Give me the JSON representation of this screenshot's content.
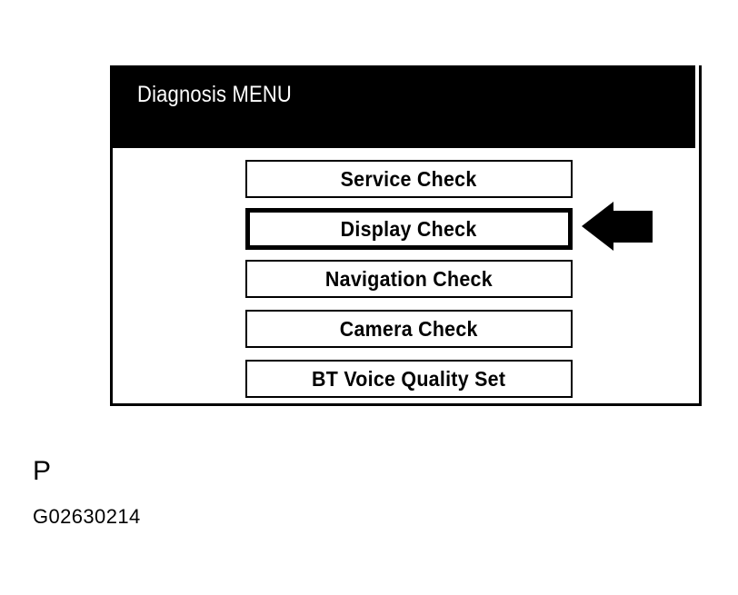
{
  "screen": {
    "title": "Diagnosis MENU",
    "title_color": "#ffffff",
    "titlebar_color": "#000000",
    "body_color": "#ffffff",
    "border_color": "#000000",
    "menu_items": [
      {
        "label": "Service Check",
        "selected": false
      },
      {
        "label": "Display Check",
        "selected": true
      },
      {
        "label": "Navigation Check",
        "selected": false
      },
      {
        "label": "Camera Check",
        "selected": false
      },
      {
        "label": "BT Voice Quality Set",
        "selected": false
      }
    ]
  },
  "annotation": {
    "arrow_icon": "arrow-left-icon",
    "arrow_color": "#000000",
    "arrow_points_to": "Display Check"
  },
  "caption": {
    "marker": "P",
    "figure_id": "G02630214"
  }
}
